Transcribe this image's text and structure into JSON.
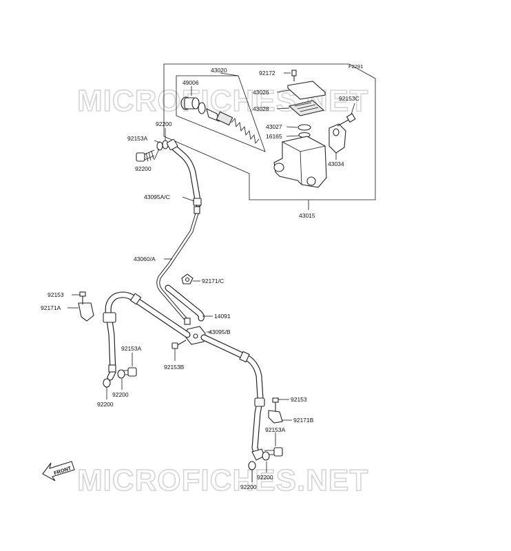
{
  "figure_code": "F2291",
  "watermark": "MICROFICHES.NET",
  "front_label": "FRONT",
  "callouts": {
    "c43020": "43020",
    "c92172": "92172",
    "c49006": "49006",
    "c43026": "43026",
    "c43028": "43028",
    "c92153C": "92153C",
    "c43027": "43027",
    "c16165": "16165",
    "c43034": "43034",
    "c43015": "43015",
    "c92200_top": "92200",
    "c92153A_top": "92153A",
    "c92200_top2": "92200",
    "c43095AC": "43095A/C",
    "c43060A": "43060/A",
    "c92171C": "92171/C",
    "c14091": "14091",
    "c43095B": "43095/B",
    "c92153_left": "92153",
    "c92171A": "92171A",
    "c92153B": "92153B",
    "c92153A_left": "92153A",
    "c92200_left1": "92200",
    "c92200_left2": "92200",
    "c92153_right": "92153",
    "c92171B": "92171B",
    "c92153A_right": "92153A",
    "c92200_right1": "92200",
    "c92200_right2": "92200"
  }
}
